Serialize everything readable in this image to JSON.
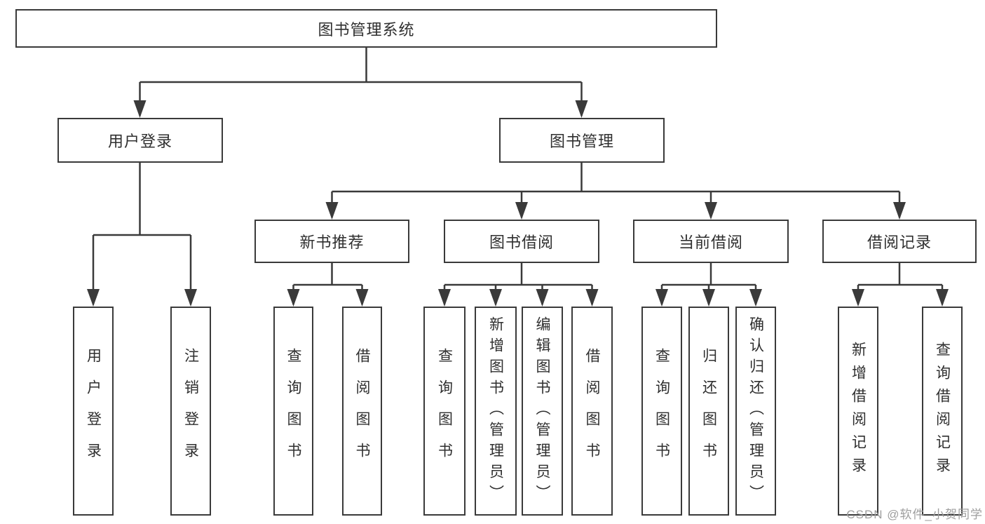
{
  "diagram": {
    "root": {
      "label": "图书管理系统"
    },
    "level1": [
      {
        "label": "用户登录",
        "children": [
          {
            "label": "用户登录"
          },
          {
            "label": "注销登录"
          }
        ]
      },
      {
        "label": "图书管理",
        "children": [
          {
            "label": "新书推荐",
            "children": [
              {
                "label": "查询图书"
              },
              {
                "label": "借阅图书"
              }
            ]
          },
          {
            "label": "图书借阅",
            "children": [
              {
                "label": "查询图书"
              },
              {
                "label": "新增图书（管理员）"
              },
              {
                "label": "编辑图书（管理员）"
              },
              {
                "label": "借阅图书"
              }
            ]
          },
          {
            "label": "当前借阅",
            "children": [
              {
                "label": "查询图书"
              },
              {
                "label": "归还图书"
              },
              {
                "label": "确认归还（管理员）"
              }
            ]
          },
          {
            "label": "借阅记录",
            "children": [
              {
                "label": "新增借阅记录"
              },
              {
                "label": "查询借阅记录"
              }
            ]
          }
        ]
      }
    ]
  },
  "watermark": {
    "text": "CSDN @软件_小贺同学"
  },
  "colors": {
    "line": "#3a3a3a",
    "box_border": "#3a3a3a",
    "text": "#2f2f2f",
    "watermark": "#9e9e9e",
    "background": "#ffffff"
  }
}
